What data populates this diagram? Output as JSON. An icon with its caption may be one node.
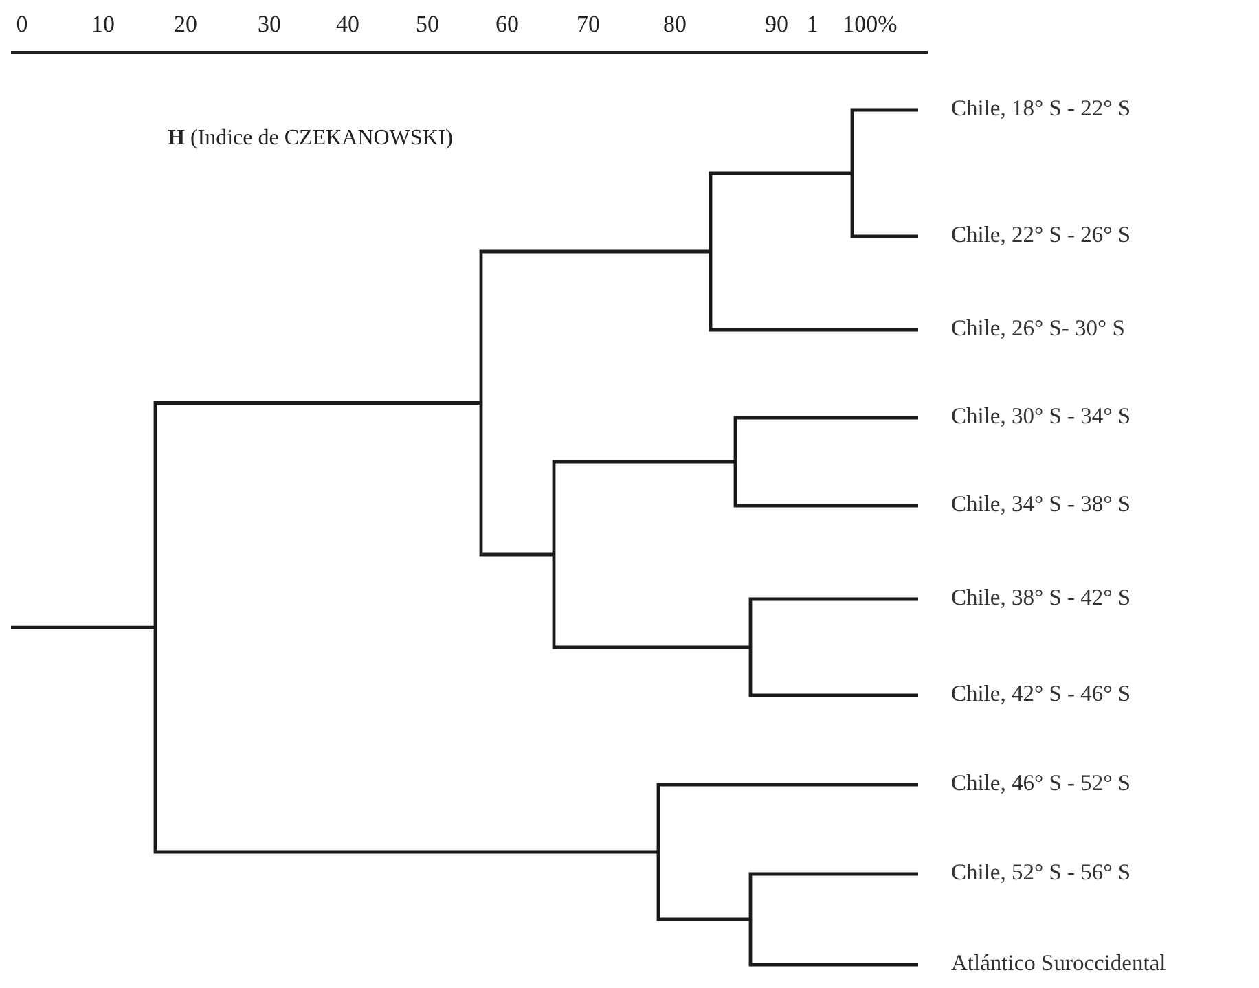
{
  "diagram": {
    "nodes": [
      {
        "text": [
          "Chile, 18° S - 22° S"
        ]
      },
      {
        "text": [
          "Chile, 22° S - 26° S"
        ]
      },
      {
        "text": [
          "Chile, 26° S- 30° S"
        ]
      },
      {
        "text": [
          "Chile, 30° S - 34° S"
        ]
      },
      {
        "text": [
          "Chile, 34° S - 38° S"
        ]
      },
      {
        "text": [
          "Chile, 38° S - 42° S"
        ]
      },
      {
        "text": [
          "Chile, 42° S - 46° S"
        ]
      },
      {
        "text": [
          "Chile, 46° S - 52° S"
        ]
      },
      {
        "text": [
          "Chile, 52° S - 56° S"
        ]
      },
      {
        "text": [
          "Atlántico Suroccidental"
        ]
      }
    ],
    "labels": [
      "0",
      "10",
      "20",
      "30",
      "40",
      "50",
      "60",
      "70",
      "80",
      "90",
      "1",
      "100%",
      "**H** (Indice de CZEKANOWSKI)"
    ]
  }
}
